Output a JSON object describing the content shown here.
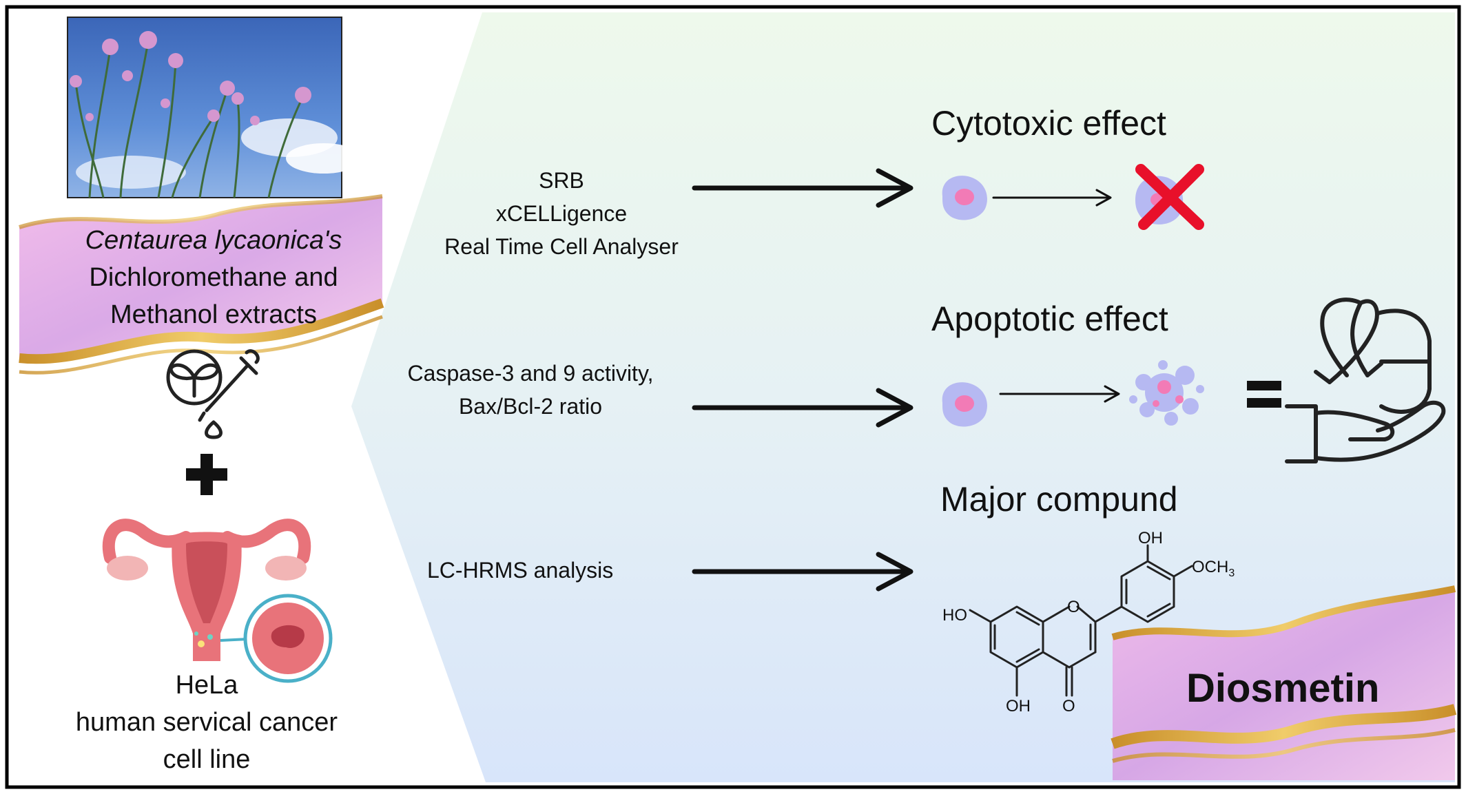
{
  "extract": {
    "line1": "Centaurea lycaonica's",
    "line2": "Dichloromethane and",
    "line3": "Methanol extracts"
  },
  "plus": "+",
  "cells": {
    "line1": "HeLa",
    "line2": "human servical cancer",
    "line3": "cell line"
  },
  "methods": {
    "cytotoxic": [
      "SRB",
      "xCELLigence",
      "Real Time Cell Analyser"
    ],
    "apoptotic": [
      "Caspase-3 and 9 activity,",
      "Bax/Bcl-2 ratio"
    ],
    "compound": "LC-HRMS analysis"
  },
  "effects": {
    "cytotoxic": "Cytotoxic effect",
    "apoptotic": "Apoptotic effect",
    "compound": "Major compund"
  },
  "molecule": {
    "oh_top": "OH",
    "och3": "OCH",
    "och3_sub": "3",
    "ho_left": "HO",
    "ring_o": "O",
    "oh_bottom": "OH",
    "carbonyl_o": "O"
  },
  "equals": "=",
  "result": "Diosmetin",
  "colors": {
    "cell_body": "#b6b9f2",
    "cell_nucleus": "#f27bb6",
    "cross": "#e8102a",
    "organ": "#e8737a",
    "gold": "#d9a83a",
    "pink_wave": "#e7a6e0",
    "bg_green": "#eef8ee",
    "bg_blue": "#dde9fa"
  }
}
